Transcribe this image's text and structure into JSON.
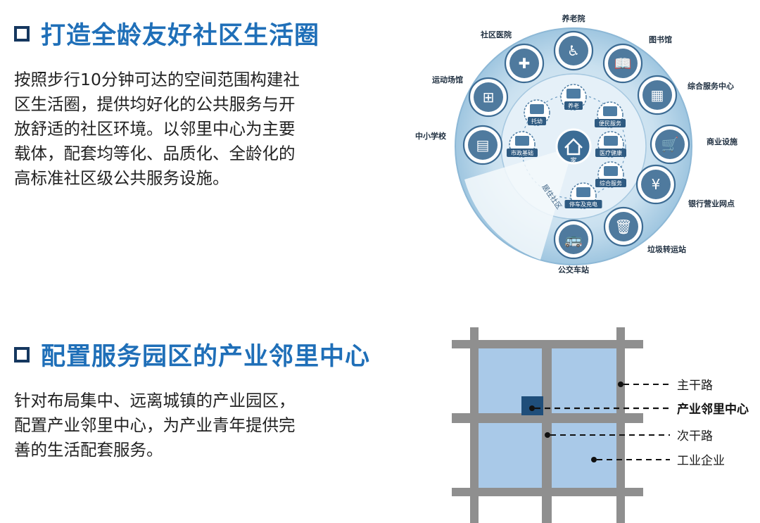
{
  "sections": [
    {
      "title": "打造全龄友好社区生活圈",
      "lines": [
        "按照步行10分钟可达的空间范围构建社",
        "区生活圈，提供均好化的公共服务与开",
        "放舒适的社区环境。以邻里中心为主要",
        "载体，配套均等化、品质化、全龄化的",
        "高标准社区级公共服务设施。"
      ]
    },
    {
      "title": "配置服务园区的产业邻里中心",
      "lines": [
        "针对布局集中、远离城镇的产业园区，",
        "配置产业邻里中心，为产业青年提供完",
        "善的生活配套服务。"
      ]
    }
  ],
  "circle": {
    "outer_labels": [
      "养老院",
      "图书馆",
      "综合服务中心",
      "商业设施",
      "银行营业网点",
      "垃圾转运站",
      "公交车站",
      "中小学校",
      "运动场馆",
      "社区医院"
    ],
    "outer_icons": [
      "wheelchair-icon",
      "book-icon",
      "building-icon",
      "cart-icon",
      "money-hand-icon",
      "trash-icon",
      "bus-icon",
      "school-icon",
      "sports-field-icon",
      "medical-kit-icon"
    ],
    "inner_labels": [
      "养老",
      "便民服务",
      "医疗健康",
      "综合服务",
      "停车及充电",
      "市政基础",
      "托幼"
    ],
    "center_label": "家",
    "sector_label": "居住社区"
  },
  "grid": {
    "labels": [
      "主干路",
      "产业邻里中心",
      "次干路",
      "工业企业"
    ],
    "colors": {
      "road": "#8f8f8f",
      "block": "#a9c9e8",
      "center": "#1f4e7a"
    }
  }
}
